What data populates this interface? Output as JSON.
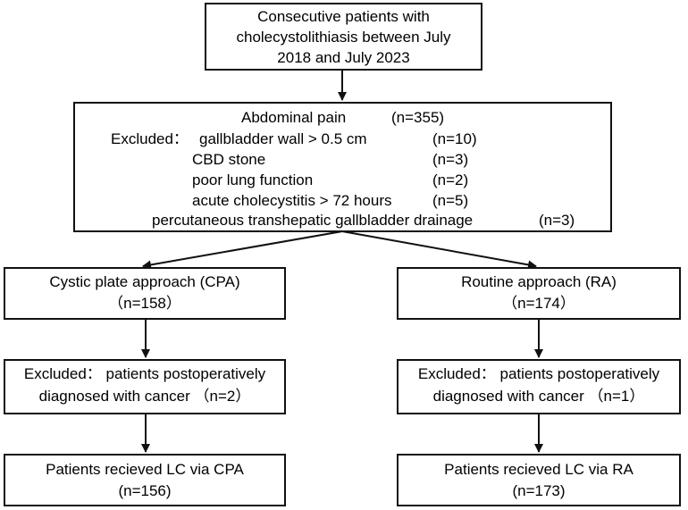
{
  "top": {
    "line1": "Consecutive patients with",
    "line2": "cholecystolithiasis between July",
    "line3": "2018 and July 2023"
  },
  "screen": {
    "pain_label": "Abdominal pain",
    "pain_n": "(n=355)",
    "excluded_label": "Excluded：",
    "items": [
      {
        "label": "gallbladder wall  > 0.5 cm",
        "n": "(n=10)"
      },
      {
        "label": "CBD stone",
        "n": "(n=3)"
      },
      {
        "label": "poor lung function",
        "n": "(n=2)"
      },
      {
        "label": "acute cholecystitis  > 72 hours",
        "n": "(n=5)"
      }
    ],
    "last_label": "percutaneous transhepatic gallbladder drainage",
    "last_n": "(n=3)"
  },
  "left": {
    "group_title": "Cystic plate approach (CPA)",
    "group_n": "（n=158）",
    "excl_line1": "Excluded： patients postoperatively",
    "excl_line2": "diagnosed with cancer （n=2）",
    "final_title": "Patients recieved LC via CPA",
    "final_n": "(n=156)"
  },
  "right": {
    "group_title": "Routine approach (RA)",
    "group_n": "（n=174）",
    "excl_line1": "Excluded： patients postoperatively",
    "excl_line2": "diagnosed with cancer （n=1）",
    "final_title": "Patients recieved LC via RA",
    "final_n": "(n=173)"
  }
}
